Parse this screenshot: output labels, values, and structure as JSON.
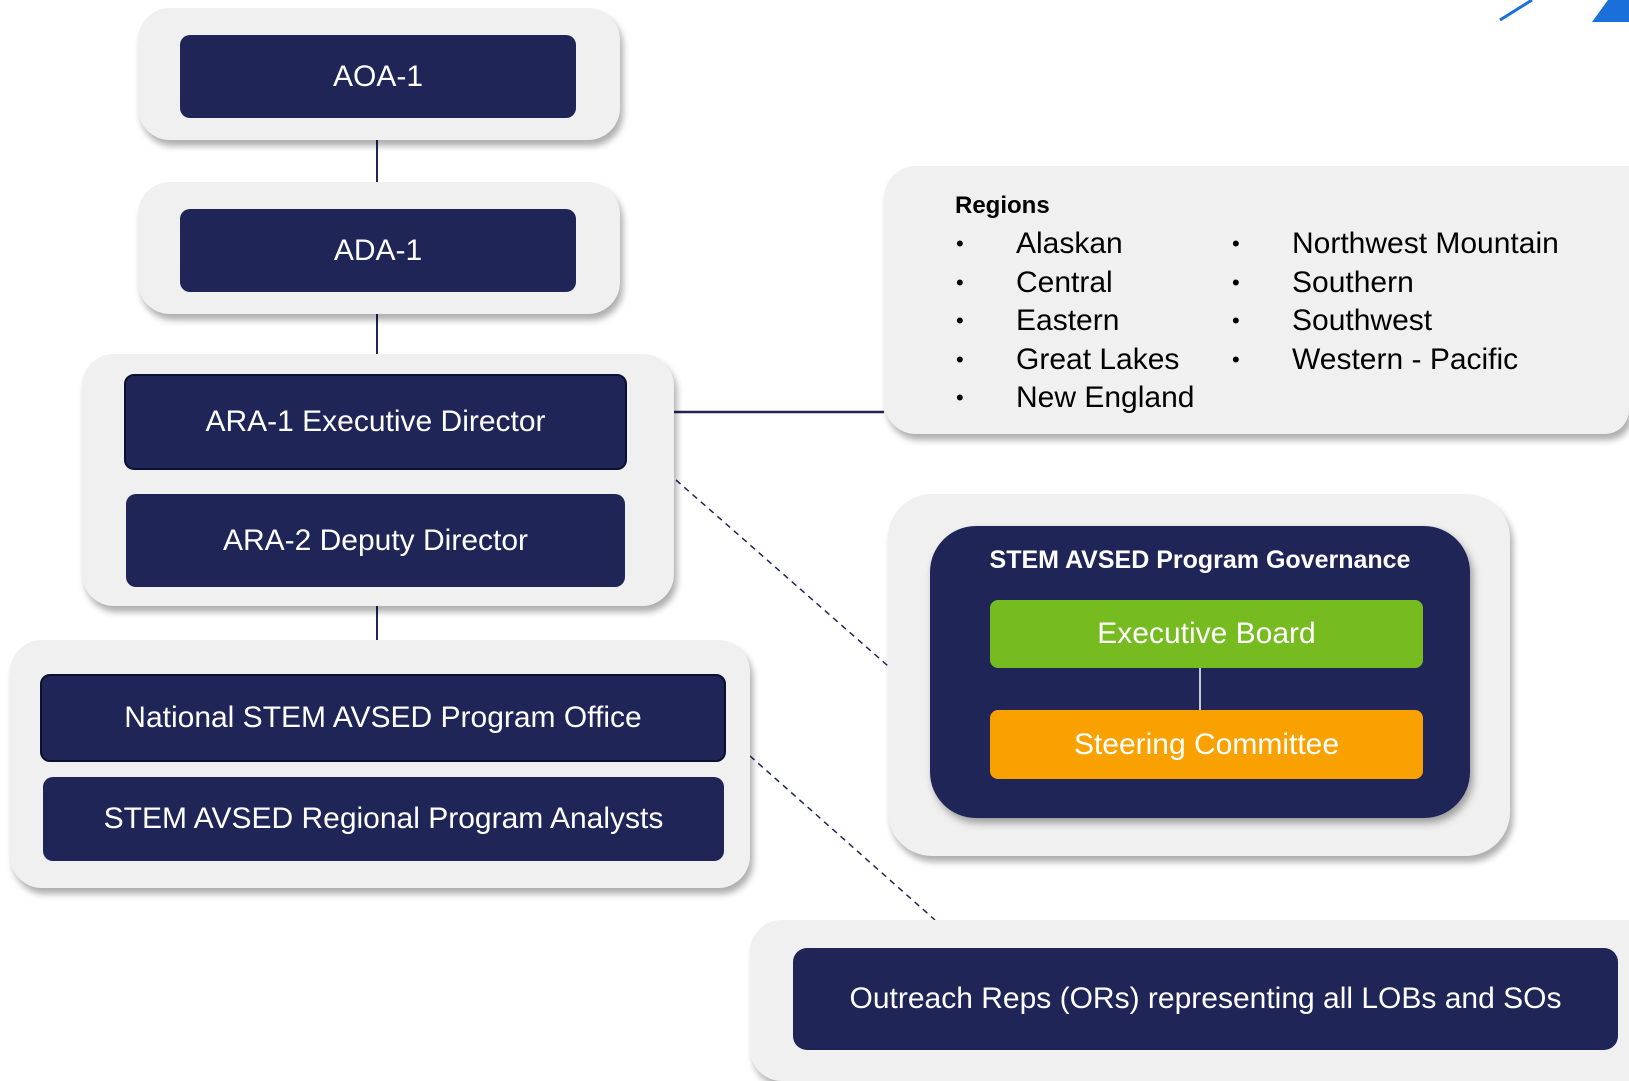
{
  "nodes": {
    "aoa": "AOA-1",
    "ada": "ADA-1",
    "ara1": "ARA-1 Executive Director",
    "ara2": "ARA-2 Deputy Director",
    "national_office": "National STEM AVSED Program Office",
    "regional_analysts": "STEM AVSED Regional Program Analysts",
    "outreach": "Outreach Reps (ORs) representing all LOBs and SOs"
  },
  "regions": {
    "title": "Regions",
    "bullet": "•",
    "column1": [
      "Alaskan",
      "Central",
      "Eastern",
      "Great Lakes",
      "New England"
    ],
    "column2": [
      "Northwest Mountain",
      "Southern",
      "Southwest",
      "Western - Pacific"
    ]
  },
  "governance": {
    "title": "STEM AVSED Program Governance",
    "executive_board": "Executive Board",
    "steering_committee": "Steering Committee"
  },
  "colors": {
    "navy": "#1f2556",
    "panel": "#f0f0f0",
    "executive_board": "#76bc21",
    "steering_committee": "#f9a100",
    "logo_blue": "#1a6fd8"
  }
}
